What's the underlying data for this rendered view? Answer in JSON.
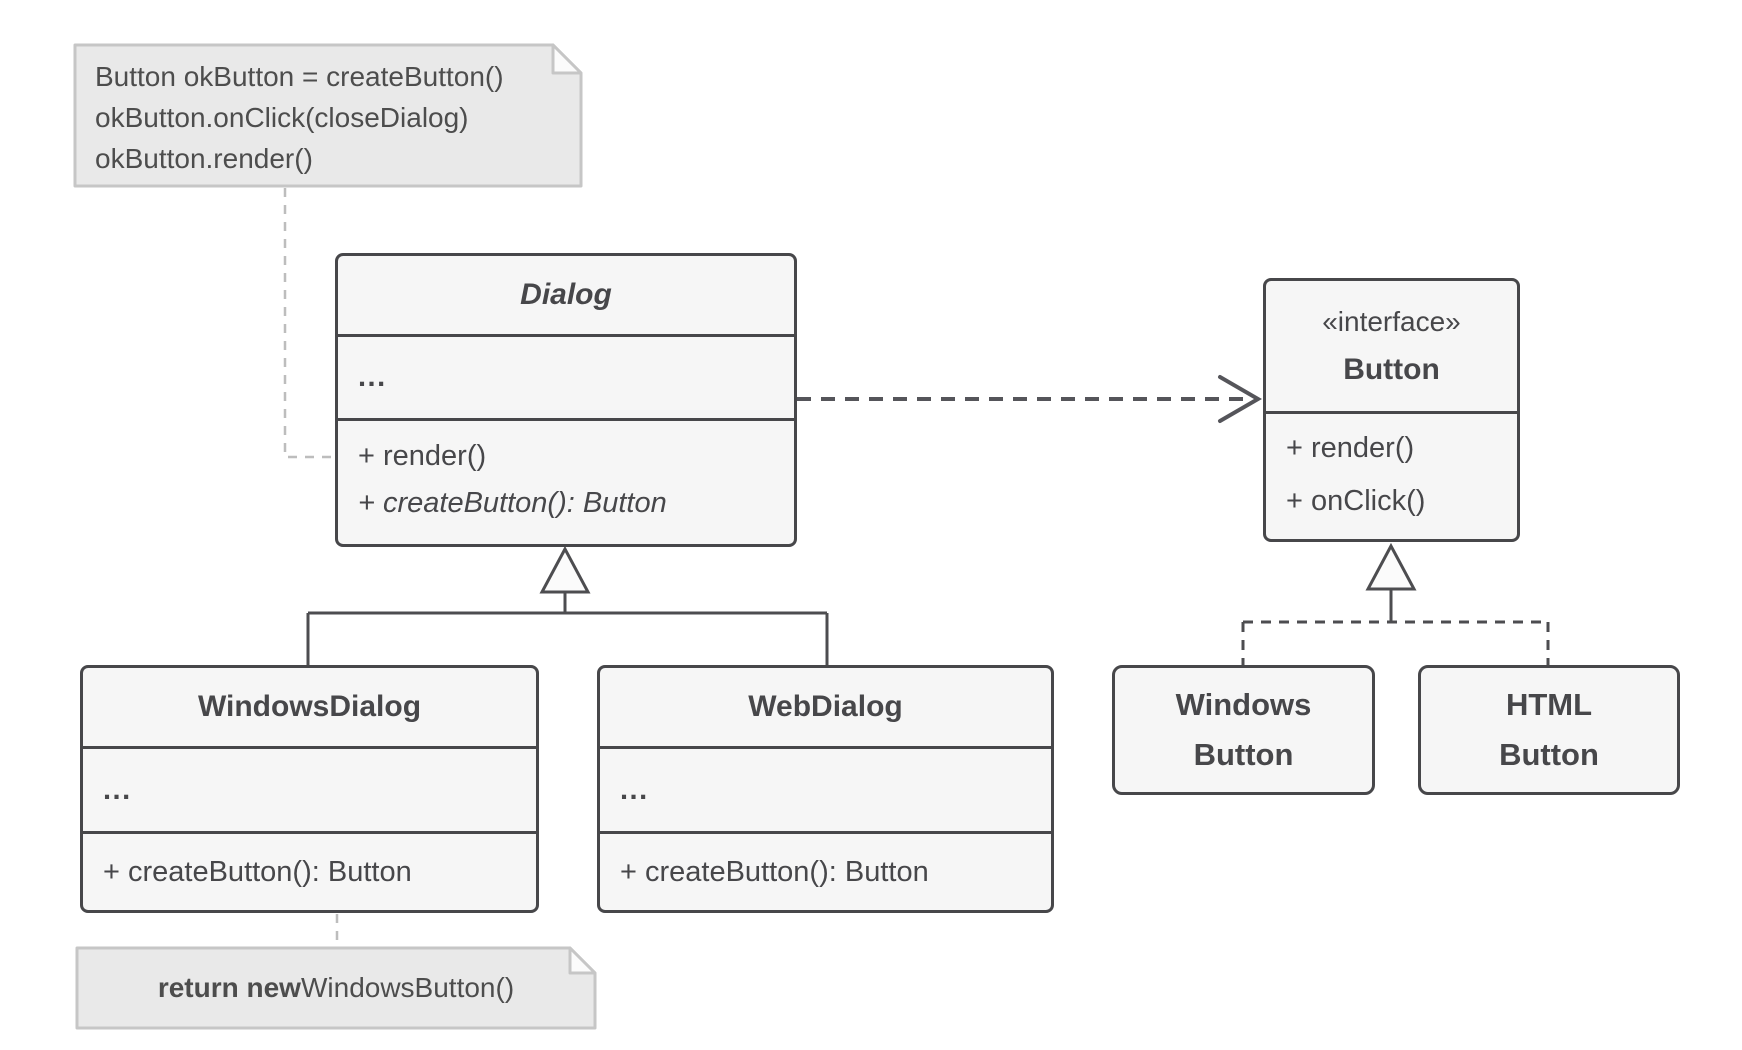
{
  "colors": {
    "background": "#ffffff",
    "class_fill": "#f6f6f6",
    "class_border": "#47474a",
    "class_text": "#47474a",
    "note_fill": "#e9e9e9",
    "note_border": "#c6c6c6",
    "note_text": "#4d4d4d",
    "connector": "#4d4d50",
    "dependency_arrow": "#55555a",
    "note_connector": "#bdbdbd"
  },
  "notes": {
    "top": {
      "lines": [
        "Button okButton = createButton()",
        "okButton.onClick(closeDialog)",
        "okButton.render()"
      ]
    },
    "bottom": {
      "keyword": "return new",
      "code": " WindowsButton()"
    }
  },
  "classes": {
    "dialog": {
      "name": "Dialog",
      "attributes": [
        "..."
      ],
      "methods": [
        "+ render()",
        "+ createButton(): Button"
      ]
    },
    "button_interface": {
      "stereotype": "«interface»",
      "name": "Button",
      "methods": [
        "+ render()",
        "+ onClick()"
      ]
    },
    "windows_dialog": {
      "name": "WindowsDialog",
      "attributes": [
        "..."
      ],
      "methods": [
        "+ createButton(): Button"
      ]
    },
    "web_dialog": {
      "name": "WebDialog",
      "attributes": [
        "..."
      ],
      "methods": [
        "+ createButton(): Button"
      ]
    },
    "windows_button": {
      "name_lines": [
        "Windows",
        "Button"
      ]
    },
    "html_button": {
      "name_lines": [
        "HTML",
        "Button"
      ]
    }
  },
  "relationships": [
    {
      "type": "dependency",
      "from": "Dialog",
      "to": "Button",
      "line": "dashed-open-arrow"
    },
    {
      "type": "inheritance",
      "from": "WindowsDialog",
      "to": "Dialog",
      "line": "solid-hollow-triangle"
    },
    {
      "type": "inheritance",
      "from": "WebDialog",
      "to": "Dialog",
      "line": "solid-hollow-triangle"
    },
    {
      "type": "realization",
      "from": "WindowsButton",
      "to": "Button",
      "line": "dashed-hollow-triangle"
    },
    {
      "type": "realization",
      "from": "HTMLButton",
      "to": "Button",
      "line": "dashed-hollow-triangle"
    }
  ]
}
